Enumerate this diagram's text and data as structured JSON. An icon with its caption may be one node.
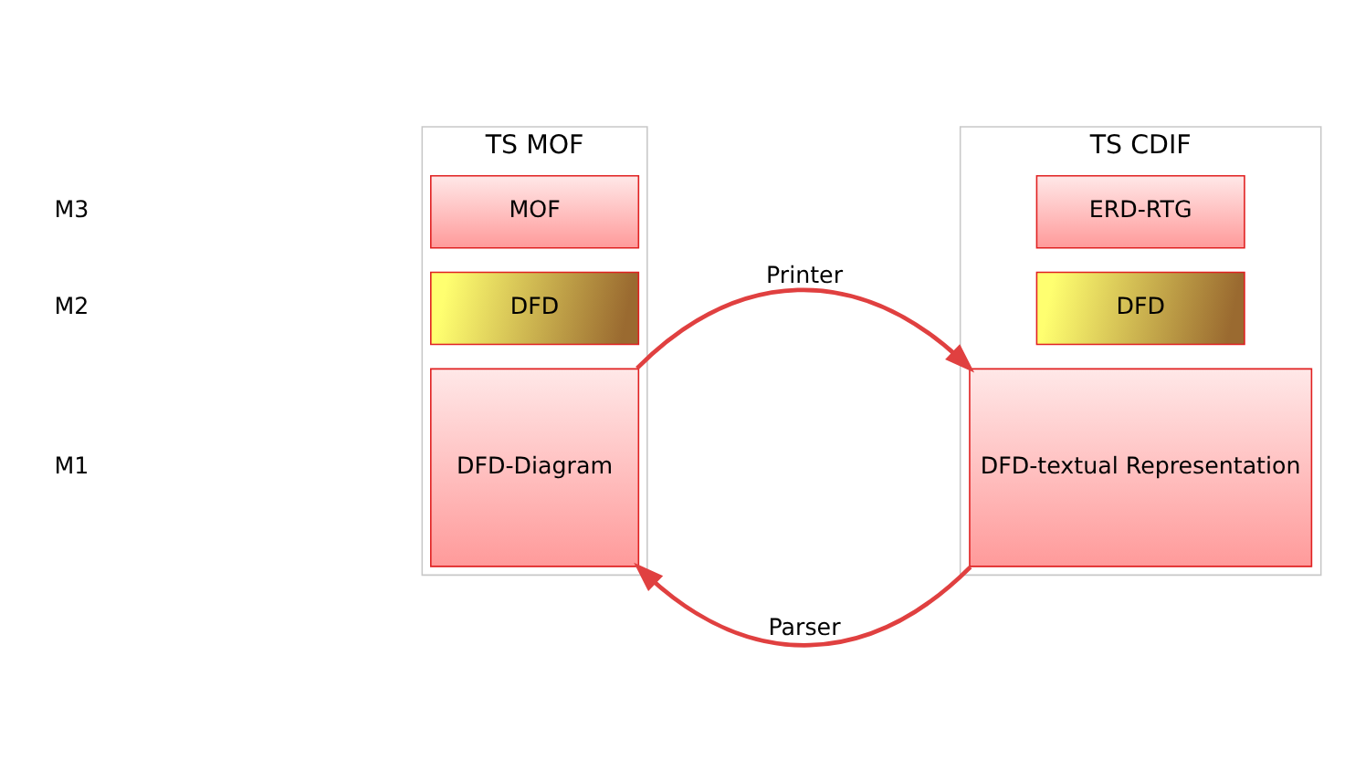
{
  "diagram": {
    "nodes": [
      {
        "text": [
          "TS MOF"
        ]
      },
      {
        "text": [
          "MOF"
        ],
        "in": 0
      },
      {
        "text": [
          "DFD"
        ],
        "in": 0
      },
      {
        "text": [
          "DFD-Diagram"
        ],
        "in": 0
      },
      {
        "text": [
          "TS CDIF"
        ]
      },
      {
        "text": [
          "ERD-RTG"
        ],
        "in": 4
      },
      {
        "text": [
          "DFD"
        ],
        "in": 4
      },
      {
        "text": [
          "DFD-textual Representation"
        ],
        "in": 4
      }
    ],
    "edges": [
      {
        "from": 3,
        "to": 7,
        "arrow": "to",
        "label": "Printer"
      },
      {
        "from": 7,
        "to": 3,
        "arrow": "to",
        "label": "Parser"
      }
    ],
    "labels": [
      "M3",
      "M2",
      "M1"
    ]
  }
}
